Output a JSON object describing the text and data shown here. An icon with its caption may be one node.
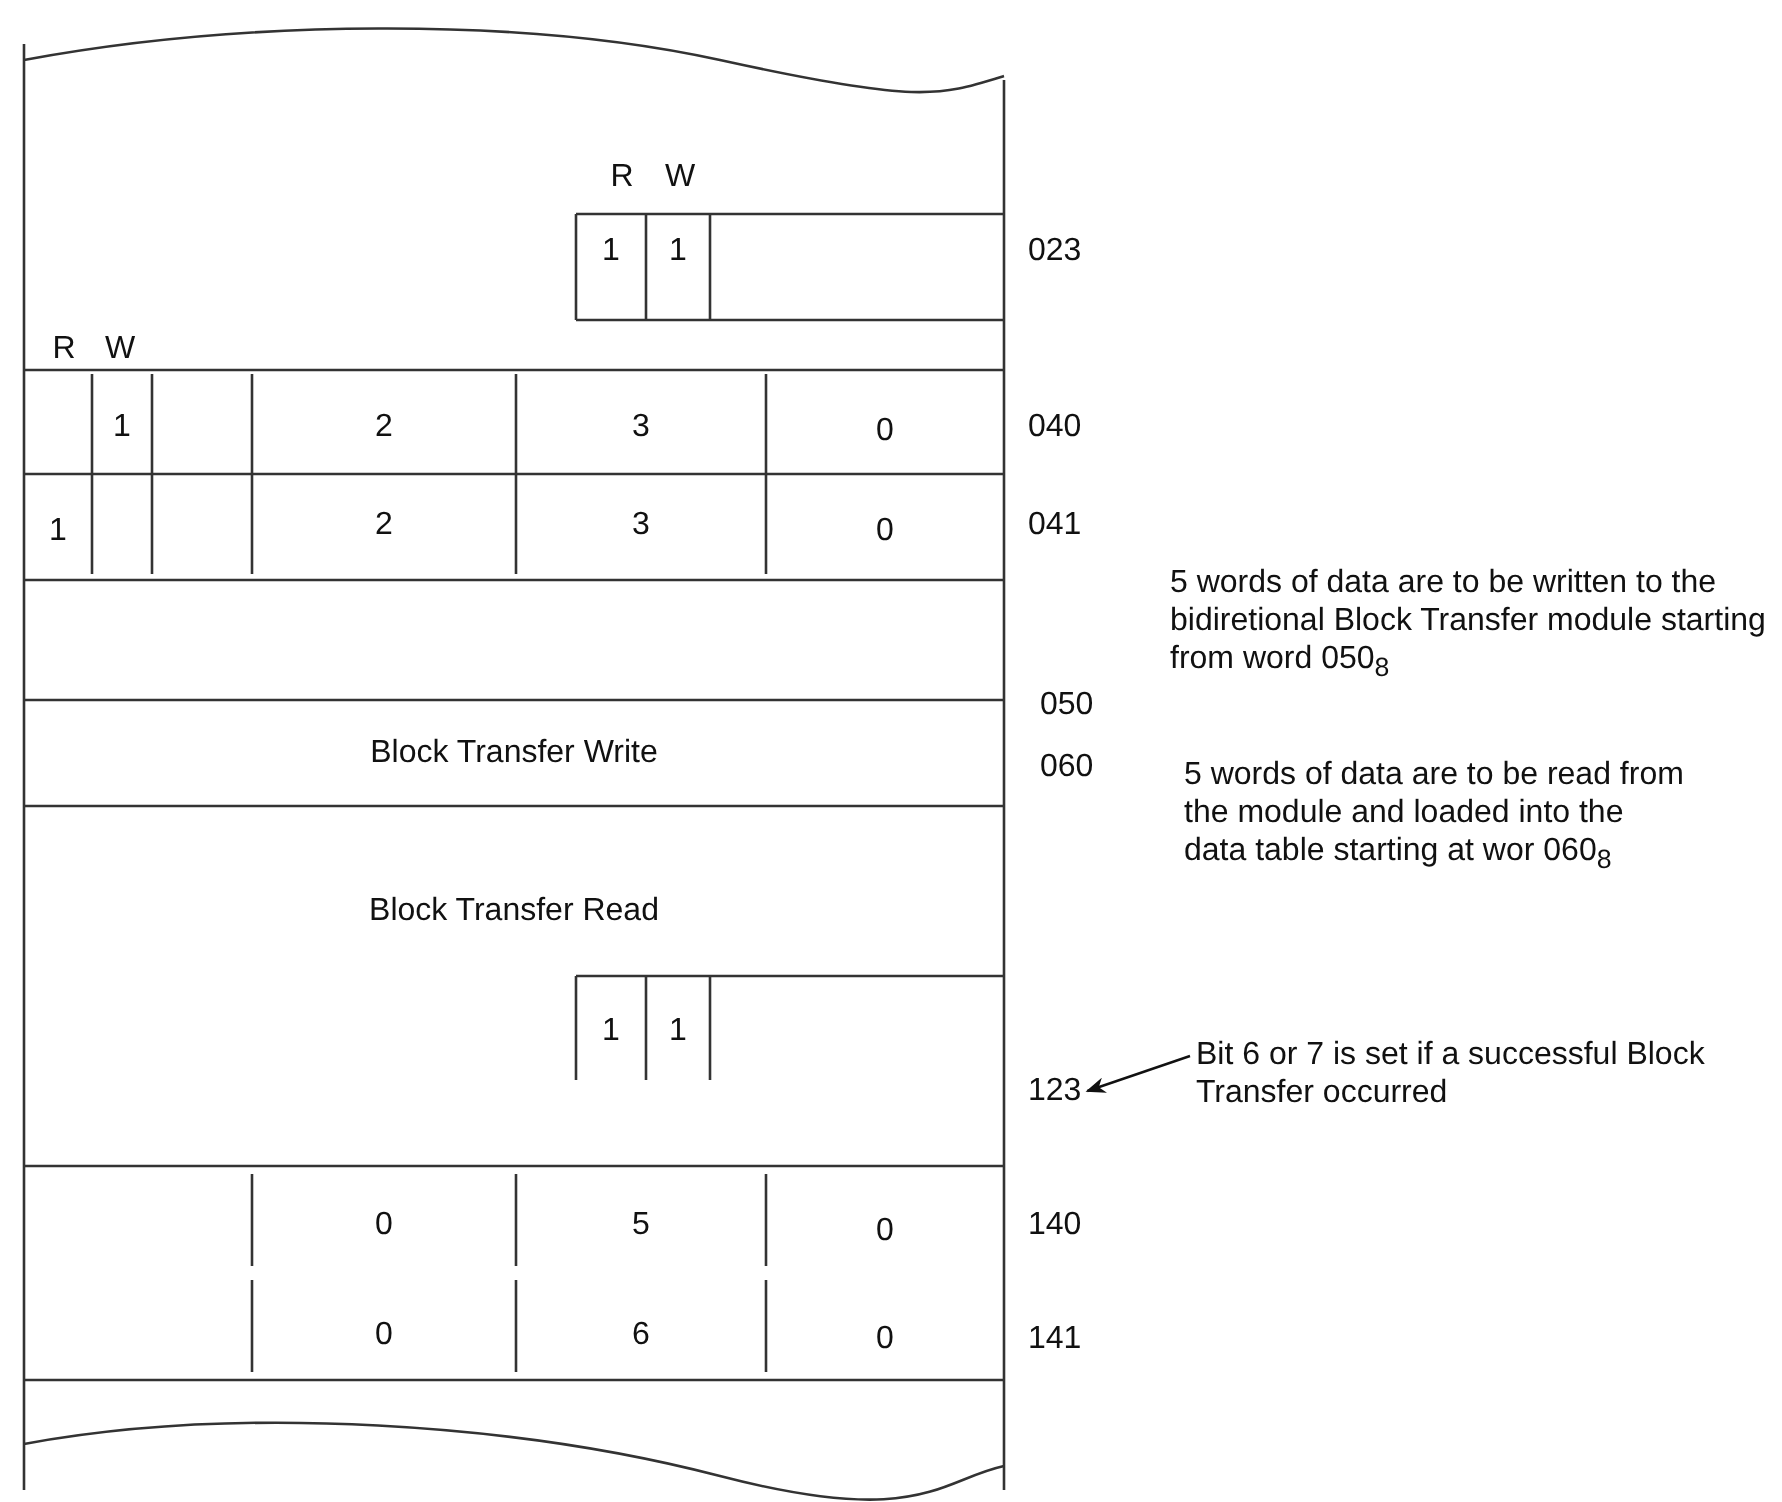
{
  "diagram": {
    "nodes": [
      {
        "text": [
          "123"
        ]
      },
      {
        "text": [
          "Bit 6 or 7 is set if a successful Block Transfer occurred"
        ]
      }
    ],
    "edges": [
      {
        "from": 1,
        "to": 0,
        "arrow": "to"
      }
    ],
    "labels": [
      "R",
      "W",
      "1",
      "1",
      "023",
      "R",
      "W",
      "1",
      "2",
      "3",
      "0",
      "040",
      "1",
      "2",
      "3",
      "0",
      "041",
      "5 words of data are to be written to the bidiretional Block Transfer module starting from word 050$_{8}$",
      "050",
      "Block Transfer Write",
      "060",
      "5 words of data are to be read from the module and loaded into the data table starting at wor 060$_{8}$",
      "Block Transfer Read",
      "1",
      "1",
      "0",
      "5",
      "0",
      "140",
      "0",
      "6",
      "0",
      "141"
    ]
  }
}
